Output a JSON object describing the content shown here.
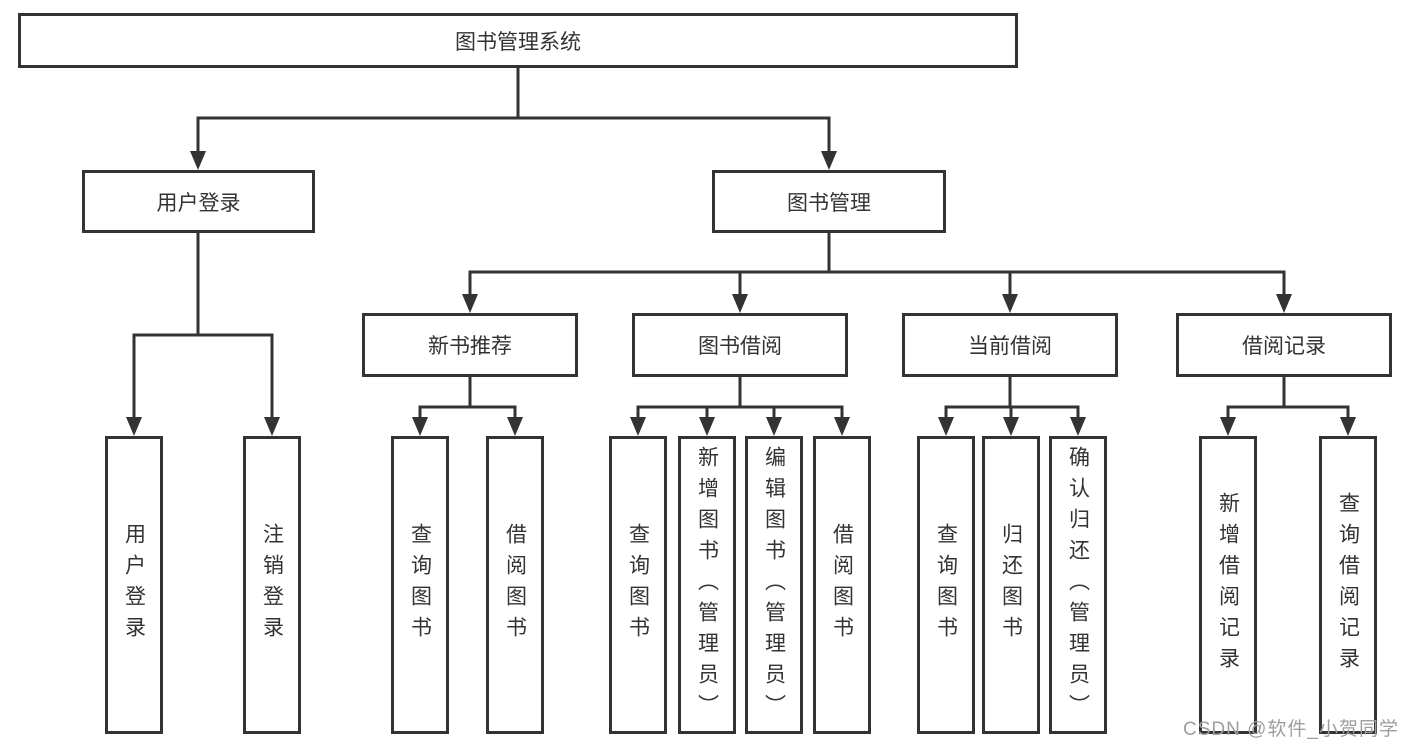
{
  "diagram": {
    "root": {
      "label": "图书管理系统"
    },
    "level2": [
      {
        "label": "用户登录",
        "children": [
          {
            "label": "用户登录"
          },
          {
            "label": "注销登录"
          }
        ]
      },
      {
        "label": "图书管理",
        "children": [
          {
            "label": "新书推荐",
            "children": [
              {
                "label": "查询图书"
              },
              {
                "label": "借阅图书"
              }
            ]
          },
          {
            "label": "图书借阅",
            "children": [
              {
                "label": "查询图书"
              },
              {
                "label": "新增图书（管理员）"
              },
              {
                "label": "编辑图书（管理员）"
              },
              {
                "label": "借阅图书"
              }
            ]
          },
          {
            "label": "当前借阅",
            "children": [
              {
                "label": "查询图书"
              },
              {
                "label": "归还图书"
              },
              {
                "label": "确认归还（管理员）"
              }
            ]
          },
          {
            "label": "借阅记录",
            "children": [
              {
                "label": "新增借阅记录"
              },
              {
                "label": "查询借阅记录"
              }
            ]
          }
        ]
      }
    ]
  },
  "watermark": {
    "text": "CSDN @软件_小贺同学"
  },
  "colors": {
    "line": "#333333",
    "text": "#333333",
    "box_bg": "#ffffff",
    "watermark": "#9e9e9e"
  }
}
